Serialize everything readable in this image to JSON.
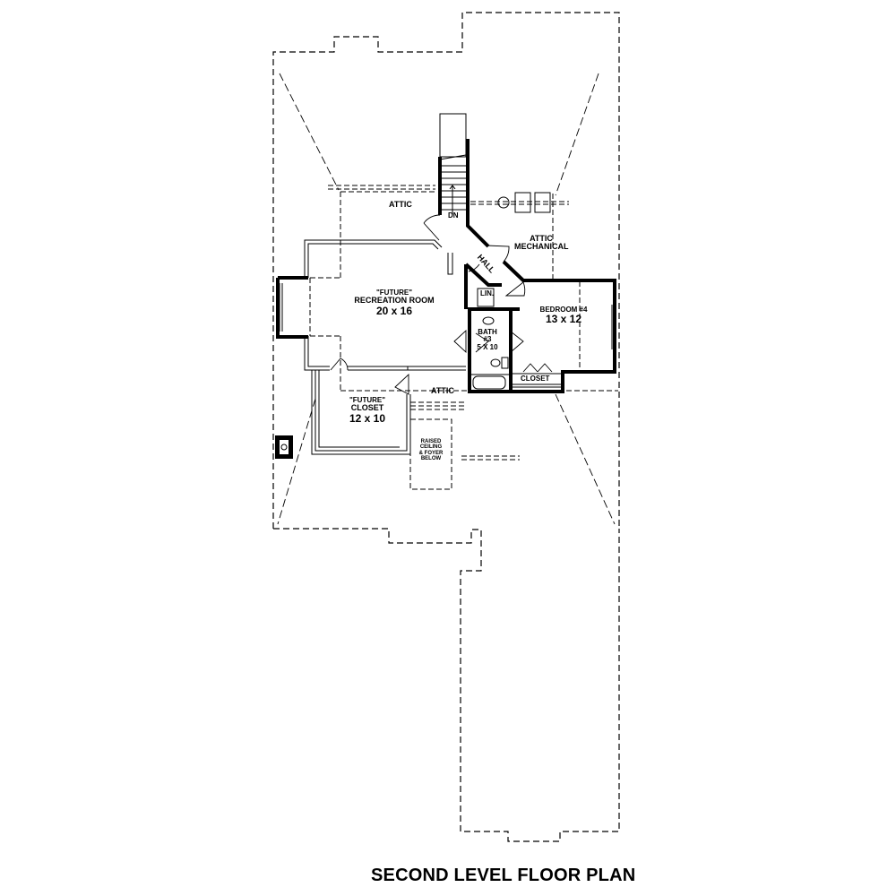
{
  "title": "SECOND LEVEL FLOOR PLAN",
  "rooms": {
    "attic_top": {
      "label": "ATTIC"
    },
    "attic_mechanical": {
      "line1": "ATTIC",
      "line2": "MECHANICAL"
    },
    "hall": {
      "label": "HALL"
    },
    "linen": {
      "label": "LIN."
    },
    "stair": {
      "label": "DN"
    },
    "recreation": {
      "note": "\"FUTURE\"",
      "name": "RECREATION ROOM",
      "size": "20 x 16"
    },
    "bedroom4": {
      "name": "BEDROOM #4",
      "size": "13 x 12"
    },
    "bath3": {
      "line1": "BATH",
      "line2": "#3",
      "size": "5 X 10"
    },
    "closet_bed": {
      "label": "CLOSET"
    },
    "attic_bottom": {
      "label": "ATTIC"
    },
    "future_closet": {
      "note": "\"FUTURE\"",
      "name": "CLOSET",
      "size": "12 x 10"
    },
    "raised_ceiling": {
      "line1": "RAISED",
      "line2": "CEILING",
      "line3": "& FOYER",
      "line4": "BELOW"
    }
  },
  "symbols": [
    "staircase",
    "hvac-unit",
    "hvac-unit",
    "water-heater",
    "chimney-vent",
    "bathtub",
    "toilet",
    "sink"
  ],
  "colors": {
    "ink": "#000000",
    "paper": "#ffffff"
  }
}
